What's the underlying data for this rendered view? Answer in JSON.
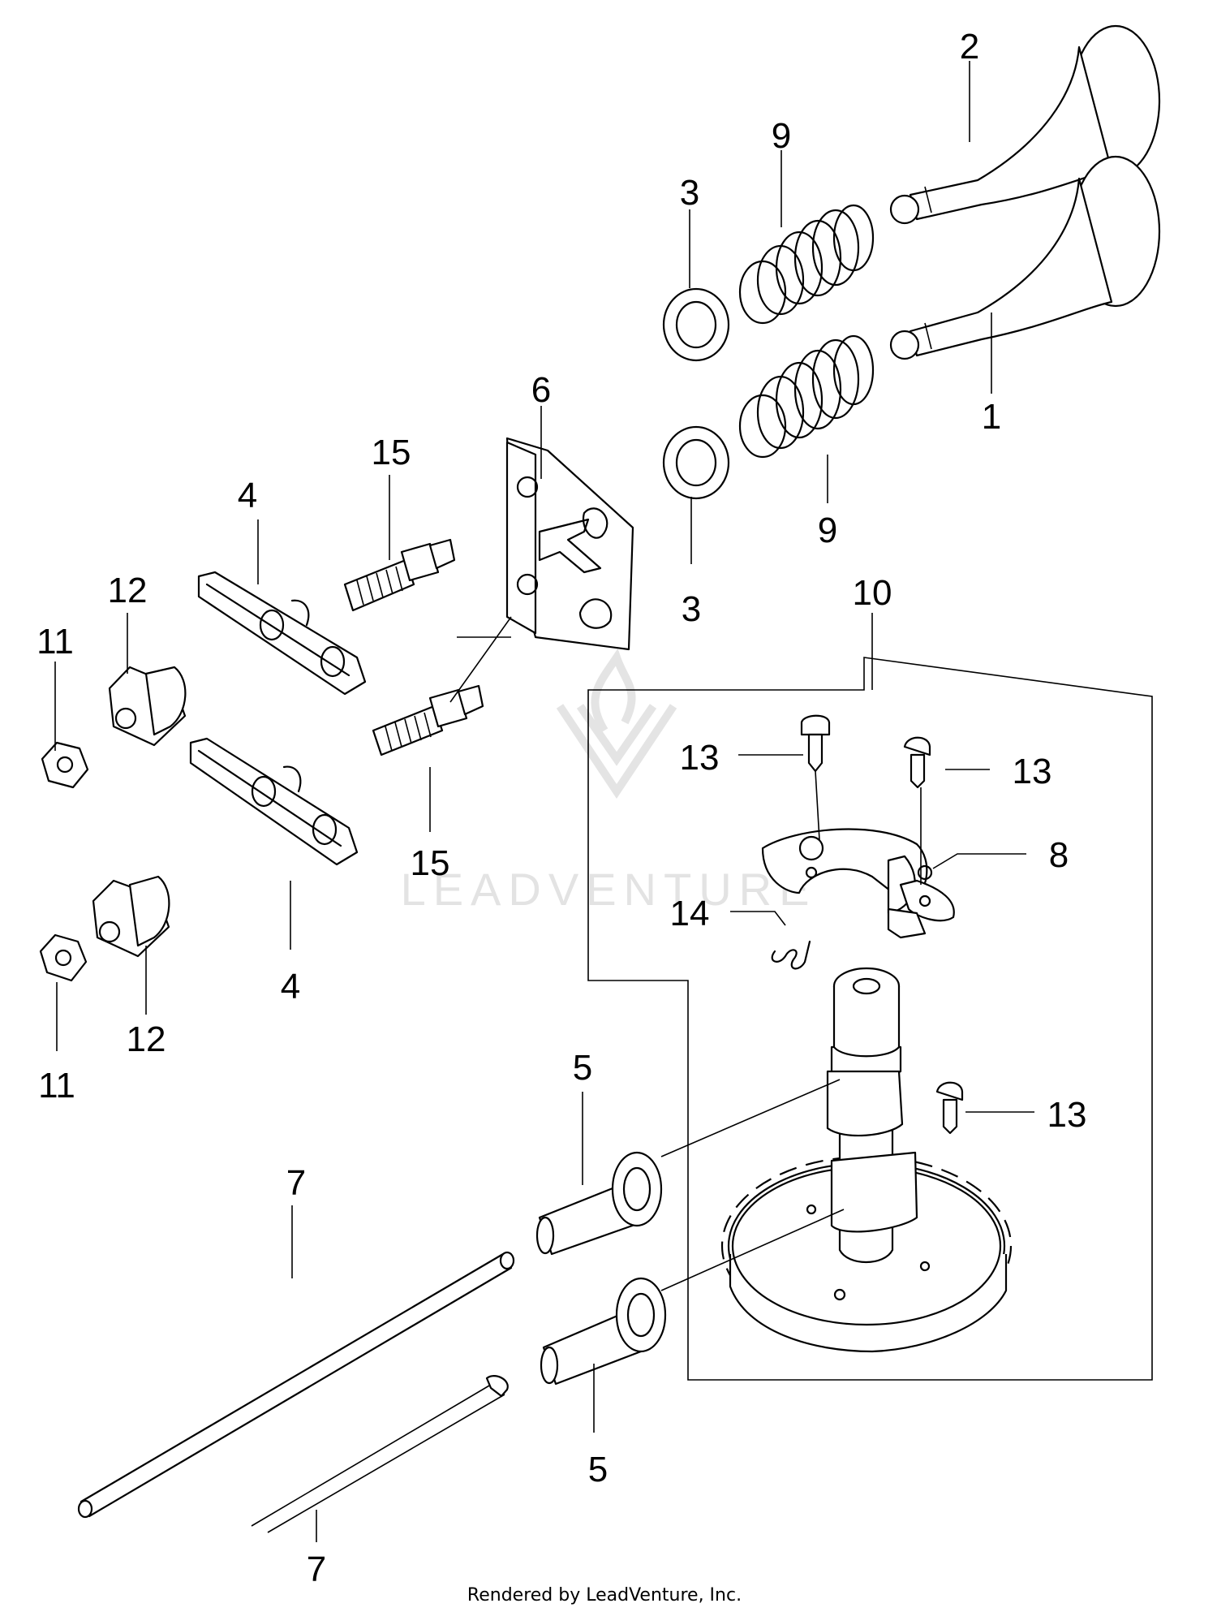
{
  "diagram": {
    "callouts": [
      {
        "id": "c1",
        "label": "1"
      },
      {
        "id": "c2",
        "label": "2"
      },
      {
        "id": "c3a",
        "label": "3"
      },
      {
        "id": "c3b",
        "label": "3"
      },
      {
        "id": "c4a",
        "label": "4"
      },
      {
        "id": "c4b",
        "label": "4"
      },
      {
        "id": "c5a",
        "label": "5"
      },
      {
        "id": "c5b",
        "label": "5"
      },
      {
        "id": "c6",
        "label": "6"
      },
      {
        "id": "c7a",
        "label": "7"
      },
      {
        "id": "c7b",
        "label": "7"
      },
      {
        "id": "c8",
        "label": "8"
      },
      {
        "id": "c9a",
        "label": "9"
      },
      {
        "id": "c9b",
        "label": "9"
      },
      {
        "id": "c10",
        "label": "10"
      },
      {
        "id": "c11a",
        "label": "11"
      },
      {
        "id": "c11b",
        "label": "11"
      },
      {
        "id": "c12a",
        "label": "12"
      },
      {
        "id": "c12b",
        "label": "12"
      },
      {
        "id": "c13a",
        "label": "13"
      },
      {
        "id": "c13b",
        "label": "13"
      },
      {
        "id": "c13c",
        "label": "13"
      },
      {
        "id": "c14",
        "label": "14"
      },
      {
        "id": "c15a",
        "label": "15"
      },
      {
        "id": "c15b",
        "label": "15"
      }
    ],
    "watermark": "LEADVENTURE",
    "credit": "Rendered by LeadVenture, Inc."
  }
}
